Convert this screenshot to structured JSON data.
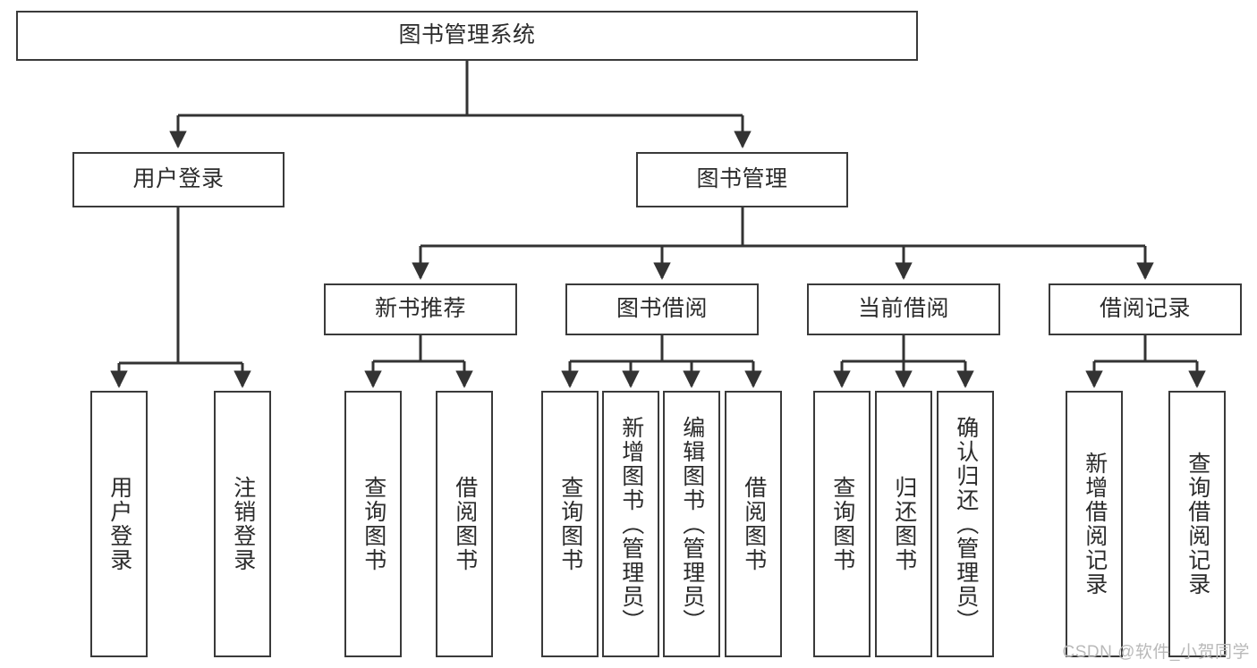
{
  "diagram": {
    "type": "tree-hierarchy-diagram",
    "title": "图书管理系统",
    "orientation": "top-down",
    "colors": {
      "box_border": "#3a3a3a",
      "box_fill": "#ffffff",
      "text": "#2b2b2b",
      "connector": "#333333",
      "watermark": "#b9b9b9",
      "background": "#ffffff"
    },
    "root": {
      "id": "root",
      "label": "图书管理系统"
    },
    "level2": [
      {
        "id": "user-login",
        "label": "用户登录"
      },
      {
        "id": "book-manage",
        "label": "图书管理"
      }
    ],
    "level3": [
      {
        "id": "new-book-recommend",
        "label": "新书推荐",
        "parent": "book-manage"
      },
      {
        "id": "book-borrow",
        "label": "图书借阅",
        "parent": "book-manage"
      },
      {
        "id": "current-borrow",
        "label": "当前借阅",
        "parent": "book-manage"
      },
      {
        "id": "borrow-record",
        "label": "借阅记录",
        "parent": "book-manage"
      }
    ],
    "leaves": [
      {
        "id": "leaf-user-login",
        "label": "用户登录",
        "parent": "user-login"
      },
      {
        "id": "leaf-logout-login",
        "label": "注销登录",
        "parent": "user-login"
      },
      {
        "id": "leaf-query-book-1",
        "label": "查询图书",
        "parent": "new-book-recommend"
      },
      {
        "id": "leaf-borrow-book-1",
        "label": "借阅图书",
        "parent": "new-book-recommend"
      },
      {
        "id": "leaf-query-book-2",
        "label": "查询图书",
        "parent": "book-borrow"
      },
      {
        "id": "leaf-add-book",
        "label": "新增图书（管理员）",
        "parent": "book-borrow"
      },
      {
        "id": "leaf-edit-book",
        "label": "编辑图书（管理员）",
        "parent": "book-borrow"
      },
      {
        "id": "leaf-borrow-book-2",
        "label": "借阅图书",
        "parent": "book-borrow"
      },
      {
        "id": "leaf-query-book-3",
        "label": "查询图书",
        "parent": "current-borrow"
      },
      {
        "id": "leaf-return-book",
        "label": "归还图书",
        "parent": "current-borrow"
      },
      {
        "id": "leaf-confirm-return",
        "label": "确认归还（管理员）",
        "parent": "current-borrow"
      },
      {
        "id": "leaf-add-record",
        "label": "新增借阅记录",
        "parent": "borrow-record"
      },
      {
        "id": "leaf-query-record",
        "label": "查询借阅记录",
        "parent": "borrow-record"
      }
    ]
  },
  "watermark": {
    "text": "CSDN @软件_小贺同学"
  }
}
